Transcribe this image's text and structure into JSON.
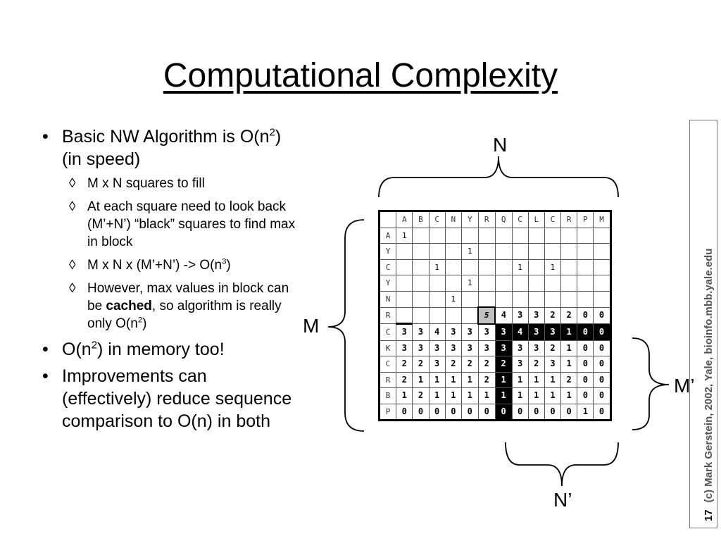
{
  "title": "Computational Complexity",
  "bullets": {
    "b1": {
      "text1": "Basic NW Algorithm is O(n",
      "sup": "2",
      "text2": ") (in speed)"
    },
    "sub1": "M x N squares to fill",
    "sub2": "At each square need to look back (M’+N’) “black” squares to find max in block",
    "sub3": {
      "text1": "M x N x (M’+N’) -> O(n",
      "sup": "3",
      "text2": ")"
    },
    "sub4": {
      "text1": "However, max values in block can be ",
      "bold": "cached",
      "text2": ", so algorithm is really only O(n",
      "sup": "2",
      "text3": ")"
    },
    "b2": {
      "text1": "O(n",
      "sup": "2",
      "text2": ") in memory too!"
    },
    "b3": "Improvements can (effectively) reduce sequence comparison to O(n) in both"
  },
  "diagram": {
    "label_n": "N",
    "label_m": "M",
    "label_m_prime": "M’",
    "label_n_prime": "N’",
    "col_headers": [
      "A",
      "B",
      "C",
      "N",
      "Y",
      "R",
      "Q",
      "C",
      "L",
      "C",
      "R",
      "P",
      "M"
    ],
    "row_headers": [
      "A",
      "Y",
      "C",
      "Y",
      "N",
      "R",
      "C",
      "K",
      "C",
      "R",
      "B",
      "P"
    ],
    "rows": [
      [
        "1",
        "",
        "",
        "",
        "",
        "",
        "",
        "",
        "",
        "",
        "",
        "",
        ""
      ],
      [
        "",
        "",
        "",
        "",
        "1",
        "",
        "",
        "",
        "",
        "",
        "",
        "",
        ""
      ],
      [
        "",
        "",
        "1",
        "",
        "",
        "",
        "",
        "1",
        "",
        "1",
        "",
        "",
        ""
      ],
      [
        "",
        "",
        "",
        "",
        "1",
        "",
        "",
        "",
        "",
        "",
        "",
        "",
        ""
      ],
      [
        "",
        "",
        "",
        "1",
        "",
        "",
        "",
        "",
        "",
        "",
        "",
        "",
        ""
      ],
      [
        "",
        "",
        "",
        "",
        "",
        "5",
        "4",
        "3",
        "3",
        "2",
        "2",
        "0",
        "0"
      ],
      [
        "3",
        "3",
        "4",
        "3",
        "3",
        "3",
        "3",
        "4",
        "3",
        "3",
        "1",
        "0",
        "0"
      ],
      [
        "3",
        "3",
        "3",
        "3",
        "3",
        "3",
        "3",
        "3",
        "3",
        "2",
        "1",
        "0",
        "0"
      ],
      [
        "2",
        "2",
        "3",
        "2",
        "2",
        "2",
        "2",
        "3",
        "2",
        "3",
        "1",
        "0",
        "0"
      ],
      [
        "2",
        "1",
        "1",
        "1",
        "1",
        "2",
        "1",
        "1",
        "1",
        "1",
        "2",
        "0",
        "0"
      ],
      [
        "1",
        "2",
        "1",
        "1",
        "1",
        "1",
        "1",
        "1",
        "1",
        "1",
        "1",
        "0",
        "0"
      ],
      [
        "0",
        "0",
        "0",
        "0",
        "0",
        "0",
        "0",
        "0",
        "0",
        "0",
        "0",
        "1",
        "0"
      ]
    ]
  },
  "footer": {
    "page": "17",
    "credit": "(c) Mark Gerstein, 2002, Yale, bioinfo.mbb.yale.edu"
  }
}
